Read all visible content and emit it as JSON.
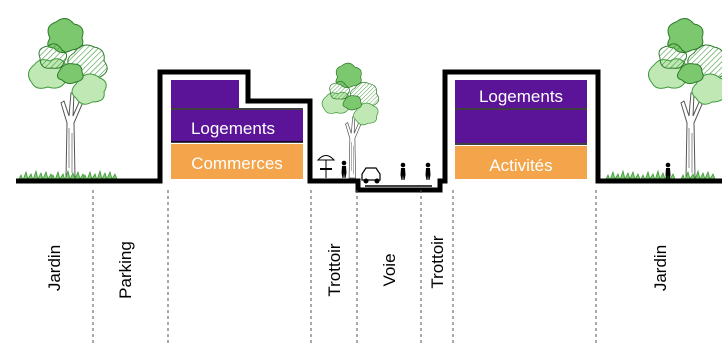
{
  "colors": {
    "purple": "#5b1498",
    "orange": "#f4a44a",
    "outline": "#000000",
    "foliage_light": "#bfe8b5",
    "foliage_mid": "#7cc86e",
    "foliage_dark": "#3f9a3a",
    "trunk": "#555555"
  },
  "buildings": {
    "left": {
      "upper_label": "Logements",
      "lower_label": "Commerces"
    },
    "right": {
      "upper_label": "Logements",
      "lower_label": "Activités"
    }
  },
  "zones": [
    {
      "key": "jardin_left",
      "label": "Jardin"
    },
    {
      "key": "parking",
      "label": "Parking"
    },
    {
      "key": "trottoir_left",
      "label": "Trottoir"
    },
    {
      "key": "voie",
      "label": "Voie"
    },
    {
      "key": "trottoir_right",
      "label": "Trottoir"
    },
    {
      "key": "jardin_right",
      "label": "Jardin"
    }
  ],
  "icons": [
    "tree-icon",
    "grass-icon",
    "car-icon",
    "pedestrian-icon",
    "parasol-icon"
  ]
}
